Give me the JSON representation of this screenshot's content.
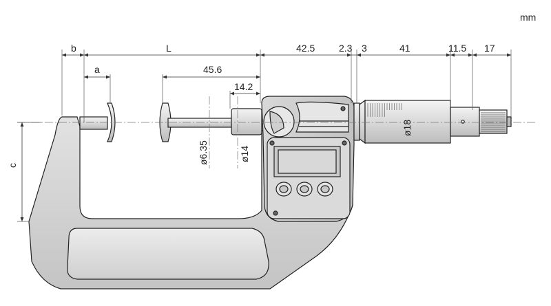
{
  "unit": "mm",
  "dimensions": {
    "b": "b",
    "L": "L",
    "a": "a",
    "d456": "45.6",
    "d142": "14.2",
    "d425": "42.5",
    "d23": "2.3",
    "d3": "3",
    "d41": "41",
    "d115": "11.5",
    "d17": "17",
    "c": "c",
    "dia635": "ø6.35",
    "dia14": "ø14",
    "dia18": "ø18"
  },
  "colors": {
    "frame_fill": "#d4d4d4",
    "frame_dark": "#b8b8b8",
    "lcd": "#c9c9c9",
    "line": "#222222"
  },
  "icons": [
    "screw-icon",
    "button-icon"
  ]
}
